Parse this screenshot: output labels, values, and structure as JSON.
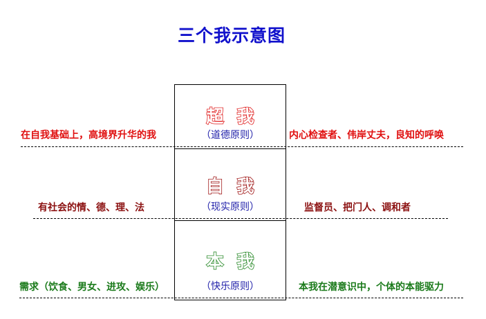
{
  "title": "三个我示意图",
  "layers": [
    {
      "stamp": [
        "超",
        "我"
      ],
      "principle": "（道德原则）",
      "left_text": "在自我基础上，高境界升华的我",
      "right_text": "内心检查者、伟岸丈夫，良知的呼唤",
      "color": "#e01010"
    },
    {
      "stamp": [
        "自",
        "我"
      ],
      "principle": "（现实原则）",
      "left_text": "有社会的情、德、理、法",
      "right_text": "监督员、把门人、调和者",
      "color": "#8b1010"
    },
    {
      "stamp": [
        "本",
        "我"
      ],
      "principle": "（快乐原则）",
      "left_text": "需求（饮食、男女、进攻、娱乐）",
      "right_text": "本我在潜意识中，个体的本能驱力",
      "color": "#1a7a1a"
    }
  ]
}
